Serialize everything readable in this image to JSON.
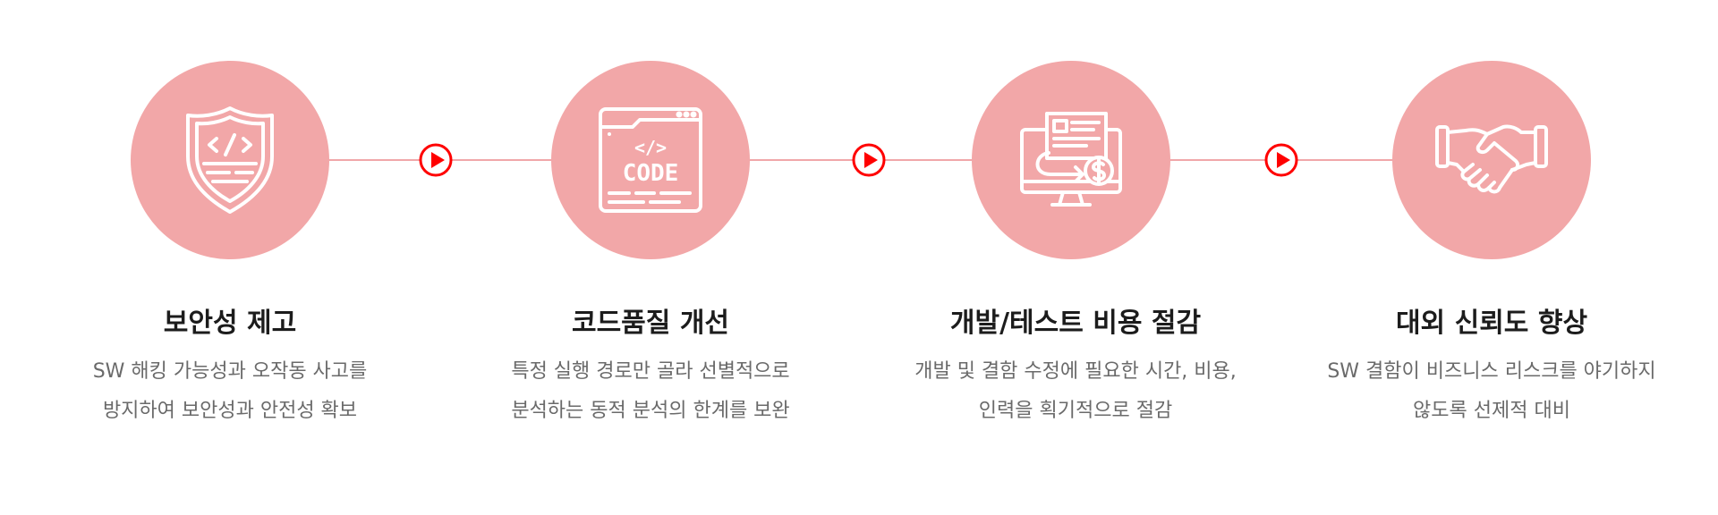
{
  "colors": {
    "circle": "#f2a7a8",
    "line": "#f0a7a9",
    "arrow": "#ff0000",
    "title": "#1c1c1c",
    "description": "#6a6a6a"
  },
  "steps": [
    {
      "icon": "shield-code-icon",
      "title": "보안성 제고",
      "desc_line1": "SW 해킹 가능성과 오작동 사고를",
      "desc_line2": "방지하여 보안성과 안전성 확보"
    },
    {
      "icon": "code-window-icon",
      "title": "코드품질 개선",
      "desc_line1": "특정 실행 경로만 골라 선별적으로",
      "desc_line2": "분석하는 동적 분석의 한계를 보완"
    },
    {
      "icon": "cost-saving-icon",
      "title": "개발/테스트 비용 절감",
      "desc_line1": "개발 및 결함 수정에 필요한 시간, 비용,",
      "desc_line2": "인력을 획기적으로 절감"
    },
    {
      "icon": "handshake-icon",
      "title": "대외 신뢰도 향상",
      "desc_line1": "SW 결함이 비즈니스 리스크를 야기하지",
      "desc_line2": "않도록 선제적 대비"
    }
  ],
  "code_icon": {
    "tag": "</>",
    "label": "CODE"
  },
  "arrow_icon": "play-arrow-icon"
}
